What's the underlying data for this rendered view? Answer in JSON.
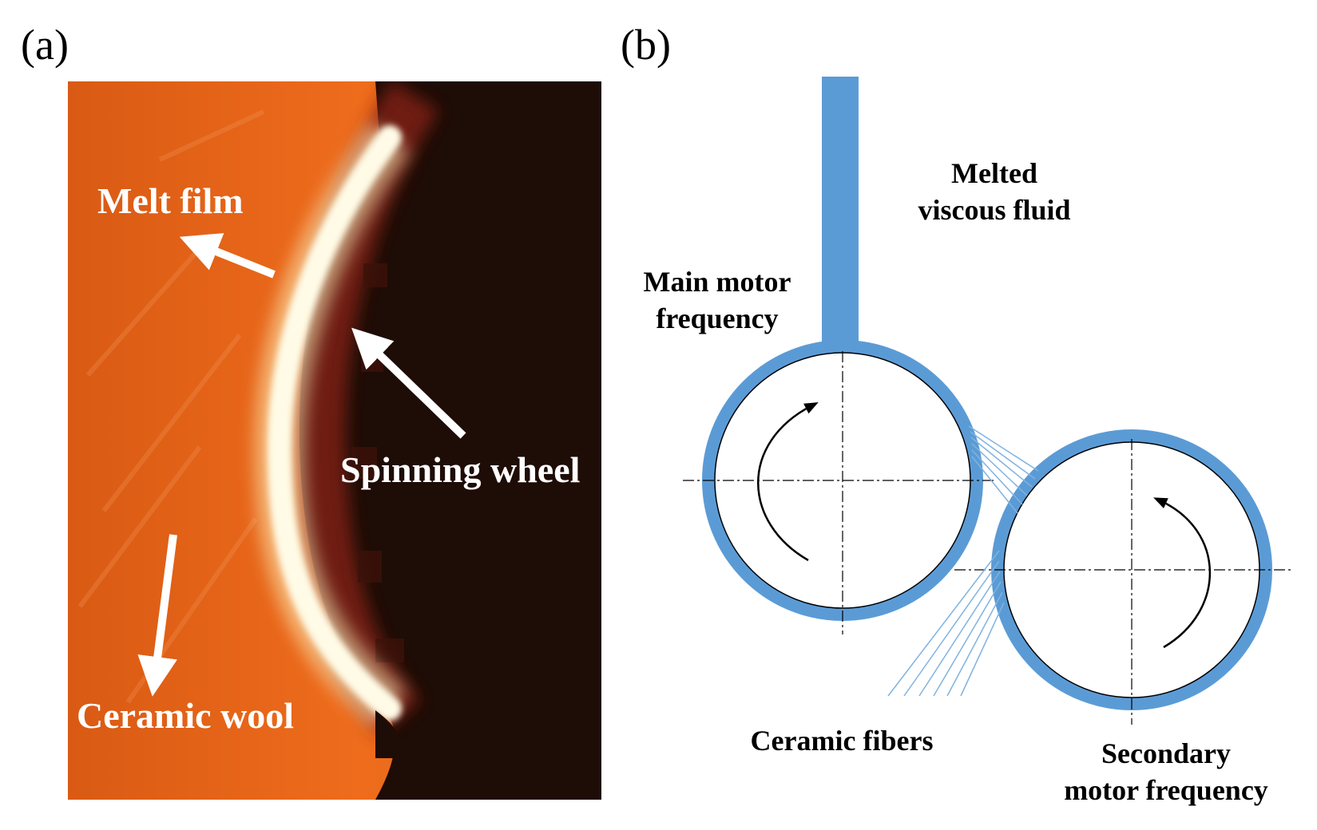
{
  "panel_a": {
    "label": "(a)",
    "annotations": {
      "melt_film": "Melt film",
      "spinning_wheel": "Spinning wheel",
      "ceramic_wool": "Ceramic wool"
    }
  },
  "panel_b": {
    "label": "(b)",
    "annotations": {
      "melted_line1": "Melted",
      "melted_line2": "viscous fluid",
      "main_line1": "Main motor",
      "main_line2": "frequency",
      "fibers": "Ceramic fibers",
      "secondary_line1": "Secondary",
      "secondary_line2": "motor frequency"
    }
  },
  "colors": {
    "wheel_blue": "#5b9bd5",
    "photo_orange": "#e8641a",
    "photo_dark": "#1e0c06",
    "glow": "#fffbe0"
  }
}
